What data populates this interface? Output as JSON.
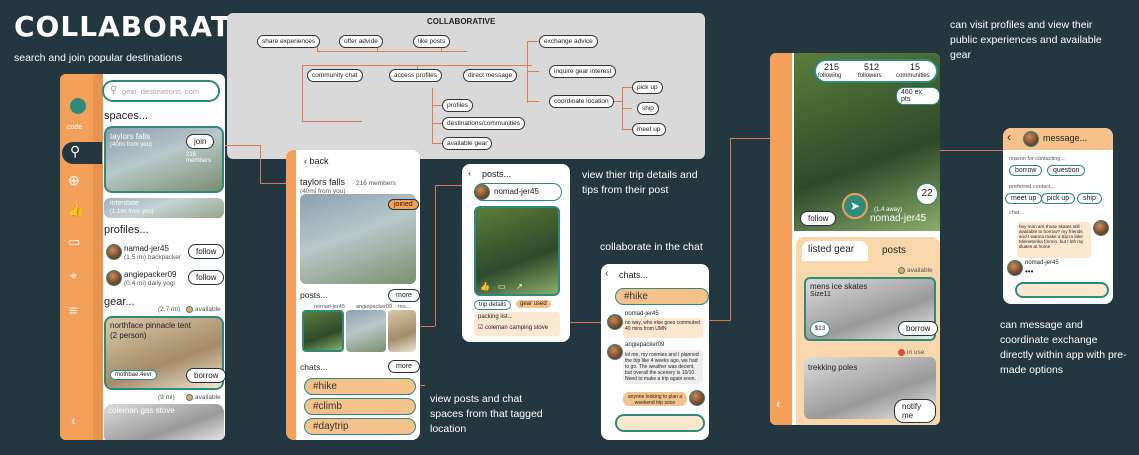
{
  "header": {
    "title": "COLLABORATIVE",
    "subtitle": "search and  join popular destinations"
  },
  "notes": {
    "profiles": "can visit profiles and view their public experiences and available gear",
    "trip": "view thier trip details and tips from their post",
    "chat": "collaborate in the chat",
    "posts_chats": "view posts and chat spaces from that tagged location",
    "message": "can message and coordinate exchange directly  within app with pre-made options"
  },
  "diagram": {
    "title": "COLLABORATIVE",
    "nodes": {
      "share": "share experiences",
      "advice": "offer advide",
      "like": "like posts",
      "community": "community chat",
      "access": "access profiles",
      "dm": "direct message",
      "exchange": "exchange advice",
      "inquire": "inquire gear interest",
      "coordinate": "coordinate location",
      "pickup": "pick up",
      "ship": "ship",
      "meetup": "meet up",
      "profiles": "profiles",
      "destinations": "destinations/communities",
      "gear": "available gear"
    }
  },
  "screen1": {
    "search_placeholder": "gear, destinations, com",
    "code_label": "code",
    "spaces_label": "spaces...",
    "taylors_title": "taylors falls",
    "taylors_dist": "(40mi from you)",
    "taylors_members": "216 members",
    "join_label": "join",
    "interstate_title": "interstate",
    "interstate_dist": "(1.1mi from you)",
    "profiles_label": "profiles...",
    "profile1_name": "namad-jer45",
    "profile1_sub": "(1.5 mi) backpacker",
    "profile2_name": "angiepacker09",
    "profile2_sub": "(0.4 mi) daily yogi",
    "follow_label": "follow",
    "gear_label": "gear...",
    "gear1_dist": "(2.7 mi)",
    "available_label": "available",
    "gear1_title": "northface pinnacle tent",
    "gear1_sub": "(2 person)",
    "gear1_owner": "mothbae.4evr",
    "borrow_label": "borrow",
    "gear2_dist": "(9 mi)",
    "gear2_title": "coleman gas stove"
  },
  "screen2": {
    "back_label": "back",
    "title": "taylors falls",
    "dist": "(40mi from you)",
    "members": "216 members",
    "joined_label": "joined",
    "posts_label": "posts...",
    "more_label": "more",
    "post_users": [
      "nomad-jer45",
      "angiepacker09",
      "mo..."
    ],
    "chats_label": "chats...",
    "tags": [
      "#hike",
      "#climb",
      "#daytrip"
    ]
  },
  "screen3": {
    "posts_label": "posts...",
    "username": "nomad-jer45",
    "tab_trip": "trip details",
    "tab_gear": "gear used",
    "packing_label": "packing list...",
    "packing_item": "coleman camping stove"
  },
  "screen4": {
    "title": "chats...",
    "tag": "#hike",
    "msg1_user": "nomad-jer45",
    "msg1_text": "no way, who else goes commuted 40 mins from UMN",
    "msg2_user": "angiepacker09",
    "msg2_text": "lol me, my roomies and I planned the trip like 4 weeks ago, we had to go. The weather was decent, but overall the scenery is 10/10. Need to make a trip again soon.",
    "msg3_text": "anyone looking to plan a weekend trip soon"
  },
  "screen5": {
    "following_count": "215",
    "following_label": "following",
    "followers_count": "512",
    "followers_label": "followers",
    "communities_count": "15",
    "communities_label": "communities",
    "ex_pts": "460 ex. pts",
    "age": "22",
    "distance": "(1.4 away)",
    "username": "nomad-jer45",
    "follow_label": "follow",
    "tab_gear": "listed gear",
    "tab_posts": "posts",
    "item1_status": "available",
    "item1_title": "mens ice skates",
    "item1_size": "Size11",
    "item1_price": "$13",
    "borrow_label": "borrow",
    "item2_status": "in use",
    "item2_title": "trekking poles",
    "notify_label": "notify me"
  },
  "screen6": {
    "title": "message...",
    "reason_label": "reason for contacting...",
    "reason_opts": [
      "borrow",
      "question"
    ],
    "contact_label": "preferred contact...",
    "contact_opts": [
      "meet up",
      "pick up",
      "ship"
    ],
    "chat_label": "chat...",
    "chat_msg": "hey man are those skates still available to borrow? my friends and I wanna make a trip to lake Minnetonka (mnnn, but I left my skates at home",
    "chat_user": "nomad-jer45",
    "chat_typing": "•••"
  },
  "colors": {
    "bg": "#223740",
    "accent": "#f4a05a",
    "teal": "#2e8b7a",
    "connector": "#e07a4a"
  }
}
